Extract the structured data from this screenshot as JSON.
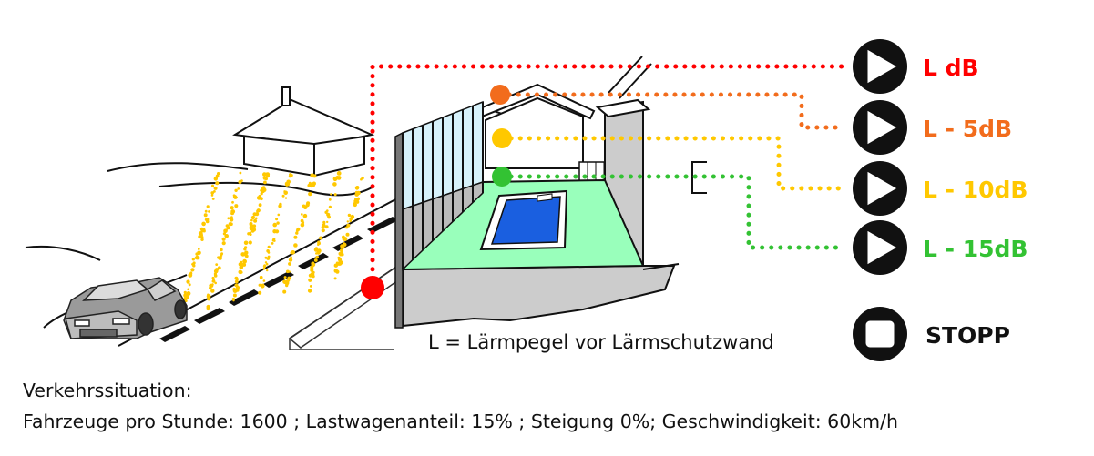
{
  "legend": {
    "levels": [
      {
        "label": "L dB",
        "color": "#ff0000"
      },
      {
        "label": "L - 5dB",
        "color": "#f26c1c"
      },
      {
        "label": "L - 10dB",
        "color": "#ffc800"
      },
      {
        "label": "L - 15dB",
        "color": "#33c233"
      }
    ],
    "stop_label": "STOPP"
  },
  "scene": {
    "caption": "L = Lärmpegel vor Lärmschutzwand",
    "colors": {
      "pool_water": "#1a5fe0",
      "garden": "#99ffbb",
      "noise_dots": "#ffc800",
      "wall_glass": "#d7f2fb"
    }
  },
  "traffic": {
    "heading": "Verkehrssituation:",
    "details": "Fahrzeuge pro Stunde: 1600 ; Lastwagenanteil: 15% ; Steigung 0%; Geschwindigkeit: 60km/h"
  },
  "icons": {
    "play": "play-icon",
    "stop": "stop-icon"
  }
}
